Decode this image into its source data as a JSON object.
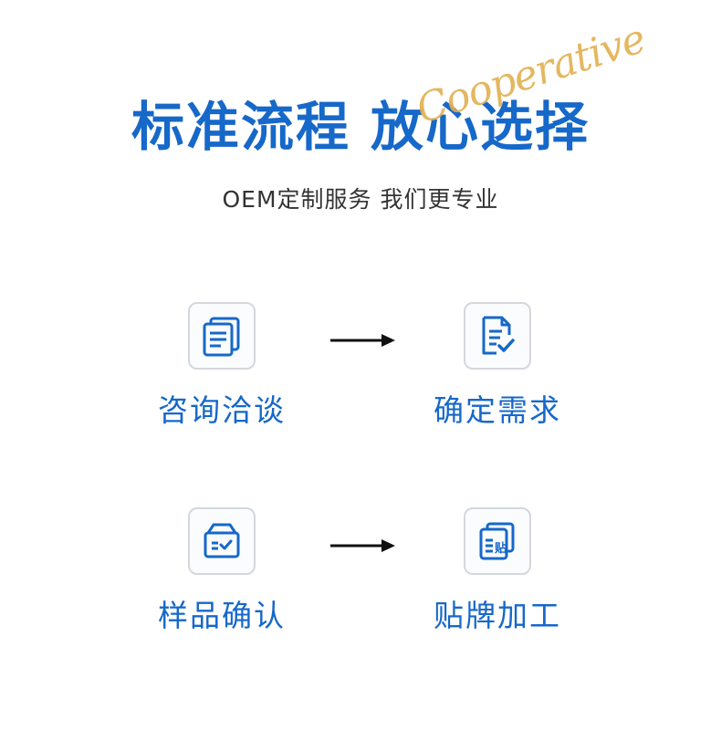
{
  "header": {
    "title_left": "标准流程",
    "title_right": "放心选择",
    "script_text": "Cooperative",
    "subtitle": "OEM定制服务 我们更专业"
  },
  "steps": [
    {
      "label": "咨询洽谈",
      "icon": "documents-icon"
    },
    {
      "label": "确定需求",
      "icon": "document-check-icon"
    },
    {
      "label": "样品确认",
      "icon": "box-check-icon"
    },
    {
      "label": "贴牌加工",
      "icon": "label-tag-icon",
      "icon_text": "贴"
    }
  ],
  "colors": {
    "accent": "#1668c9",
    "script": "#e2b04f",
    "text": "#333333",
    "border": "#d4d7dc"
  }
}
